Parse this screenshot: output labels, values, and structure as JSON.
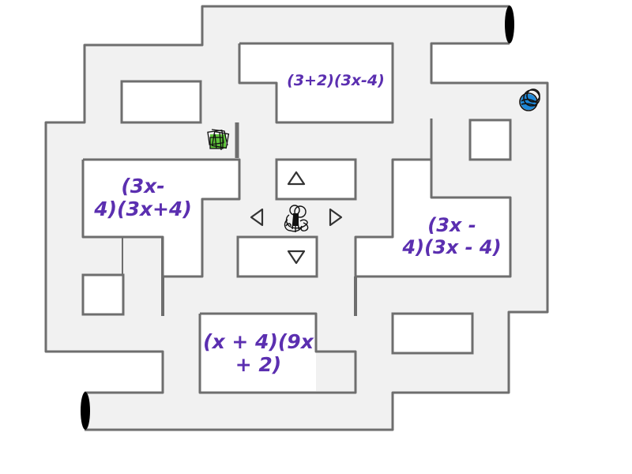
{
  "game": {
    "type": "maze-chase",
    "answers": [
      {
        "id": "a1",
        "label": "(3+2)(3x-4)"
      },
      {
        "id": "a2",
        "label": "(3x-\n4)(3x+4)"
      },
      {
        "id": "a3",
        "label": "(3x -\n4)(3x - 4)"
      },
      {
        "id": "a4",
        "label": "(x + 4)(9x\n+ 2)"
      }
    ],
    "controls": {
      "up": "arrow-up",
      "down": "arrow-down",
      "left": "arrow-left",
      "right": "arrow-right"
    },
    "player": {
      "name": "player-character",
      "color": "#111111"
    },
    "enemies": [
      {
        "name": "green-ghost",
        "color": "#5fc43a"
      },
      {
        "name": "blue-ghost",
        "color": "#1e88d8"
      }
    ],
    "colors": {
      "corridor": "#f1f1f1",
      "wall": "#6e6e6e",
      "block": "#ffffff",
      "answer_text": "#5b2fb0",
      "tunnel": "#000000"
    }
  }
}
